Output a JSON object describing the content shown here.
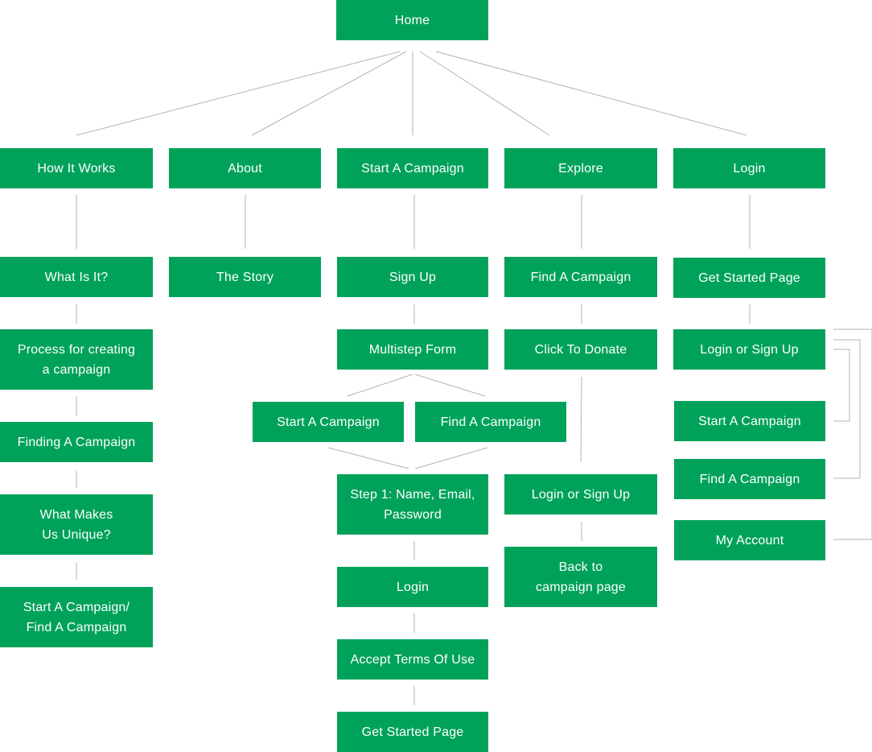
{
  "style": {
    "node_color": "#00A25A",
    "text_color": "#ffffff",
    "line_color": "#b3b3b3"
  },
  "nodes": {
    "home": "Home",
    "how_it_works": "How It Works",
    "about": "About",
    "start_a_campaign": "Start A Campaign",
    "explore": "Explore",
    "login": "Login",
    "what_is_it": "What Is It?",
    "process": "Process for creating\na campaign",
    "finding": "Finding A Campaign",
    "unique": "What Makes\nUs Unique?",
    "start_find": "Start A Campaign/\nFind A Campaign",
    "the_story": "The Story",
    "sign_up": "Sign Up",
    "multistep": "Multistep Form",
    "ms_start": "Start A Campaign",
    "ms_find": "Find A Campaign",
    "step1": "Step 1: Name, Email,\nPassword",
    "sc_login": "Login",
    "accept_terms": "Accept Terms Of Use",
    "sc_get_started": "Get Started Page",
    "find_a_campaign": "Find A Campaign",
    "click_to_donate": "Click To Donate",
    "ex_login_signup": "Login or Sign Up",
    "back_to_campaign": "Back to\ncampaign page",
    "get_started": "Get Started Page",
    "li_login_signup": "Login or Sign Up",
    "li_start": "Start A Campaign",
    "li_find": "Find A Campaign",
    "my_account": "My Account"
  }
}
